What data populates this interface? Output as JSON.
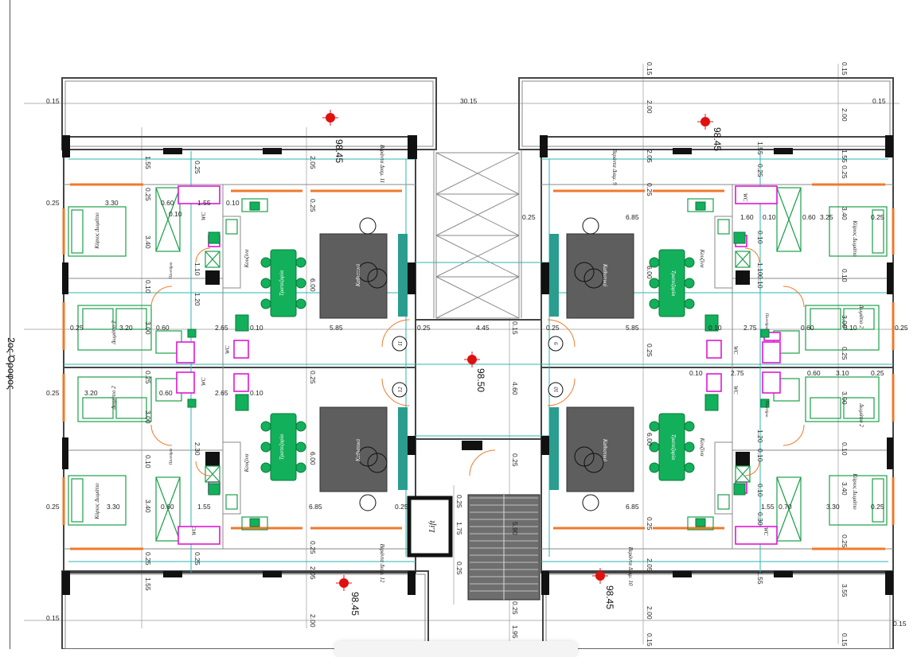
{
  "floor_label": "2ος Όροφος",
  "levels": {
    "upper_left": "98.45",
    "upper_right": "98.45",
    "center": "98.50",
    "lower_left": "98.45",
    "lower_right": "98.45"
  },
  "rooms": {
    "master_bedroom": "Κύριος Δωμάτιο",
    "bedroom2": "Δωμάτιο 2",
    "kitchen": "Κουζίνα",
    "dining": "Τραπεζαρία",
    "living": "Καθιστικό",
    "wc": "WC",
    "lift": "Lift",
    "veranda11": "Βεράντα Διαμ. 11",
    "veranda9": "Βεράντα Διαμ. 9",
    "veranda12": "Βεράντα Διαμ. 12",
    "veranda10": "Βεράντα Διαμ. 10",
    "laundry": "Πλυντήριο"
  },
  "apartments": {
    "a11": "11",
    "a12": "12",
    "a9": "9",
    "a10": "10"
  },
  "dims": {
    "top_width": "30.15",
    "d015": "0.15",
    "d025": "0.25",
    "d330": "3.30",
    "d060": "0.60",
    "d155": "1.55",
    "d010": "0.10",
    "d340": "3.40",
    "d110": "1.10",
    "d120": "1.20",
    "d230": "2.30",
    "d265": "2.65",
    "d585": "5.85",
    "d445": "4.45",
    "d600": "6.00",
    "d310": "3.10",
    "d300": "3.00",
    "d320": "3.20",
    "d685": "6.85",
    "d205": "2.05",
    "d200": "2.00",
    "d275": "2.75",
    "d160": "1.60",
    "d325": "3.25",
    "d460": "4.60",
    "d175": "1.75",
    "d590": "5.90",
    "d195": "1.95",
    "d355": "3.55",
    "d070": "0.70",
    "d030": "0.30"
  },
  "colors": {
    "wall": "#444444",
    "teal": "#2bb5b0",
    "orange": "#ef7a2c",
    "green": "#12b05a",
    "magenta": "#e017d6",
    "furniture": "#5e5e5e",
    "level_marker": "#e01010"
  }
}
